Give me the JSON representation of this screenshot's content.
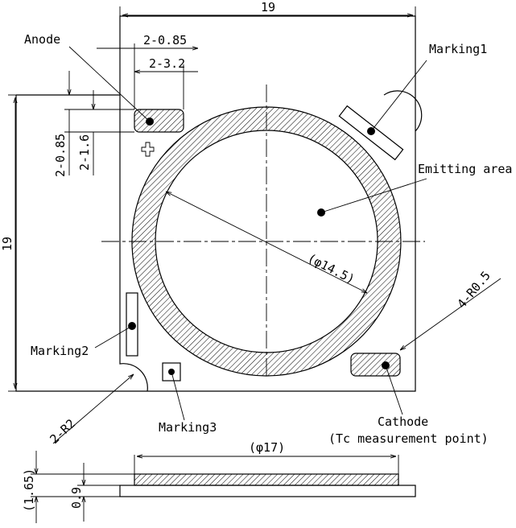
{
  "labels": {
    "anode": "Anode",
    "marking1": "Marking1",
    "marking2": "Marking2",
    "marking3": "Marking3",
    "emitting_area": "Emitting area",
    "cathode": "Cathode",
    "tc_point": "(Tc measurement point)"
  },
  "dimensions": {
    "width_19": "19",
    "height_19": "19",
    "pad_0_85_h": "2-0.85",
    "pad_3_2": "2-3.2",
    "pad_0_85_v": "2-0.85",
    "pad_1_6": "2-1.6",
    "diameter_14_5": "(φ14.5)",
    "diameter_17": "(φ17)",
    "radius_r0_5": "4-R0.5",
    "radius_r2": "2-R2",
    "thickness_1_65": "(1.65)",
    "thickness_0_9": "0.9"
  }
}
